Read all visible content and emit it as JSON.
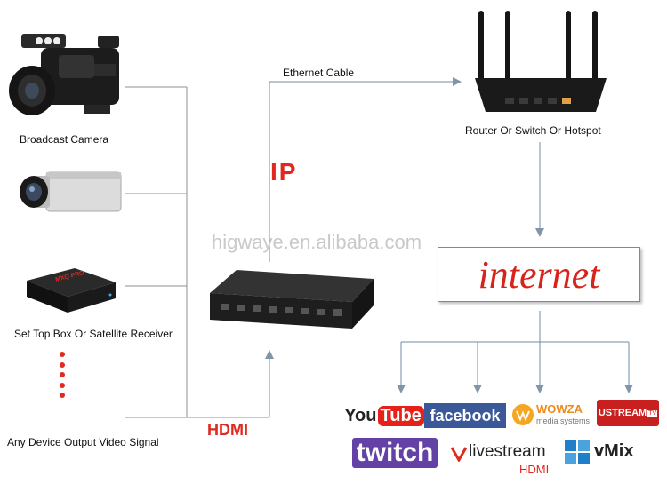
{
  "devices": {
    "broadcast_camera": "Broadcast Camera",
    "set_top_box": "Set Top Box Or Satellite Receiver",
    "any_device": "Any Device Output Video Signal",
    "box_brand": "MXQ PRO"
  },
  "connections": {
    "ethernet_cable": "Ethernet Cable",
    "ip": "IP",
    "hdmi": "HDMI"
  },
  "router_label": "Router Or Switch Or Hotspot",
  "watermark": "higwaye.en.alibaba.com",
  "internet": "internet",
  "platforms": {
    "youtube_you": "You",
    "youtube_tube": "Tube",
    "facebook": "facebook",
    "wowza": "WOWZA",
    "wowza_sub": "media systems",
    "ustream": "USTREAM",
    "ustream_tv": "TV",
    "twitch": "twitch",
    "livestream": "livestream",
    "livestream_sub": "HDMI",
    "vmix": "vMix"
  },
  "colors": {
    "line": "#8f8f8f",
    "arrow": "#6f8ca6",
    "accent_red": "#e0281e",
    "facebook_blue": "#3b5998",
    "twitch_purple": "#6441a5"
  }
}
